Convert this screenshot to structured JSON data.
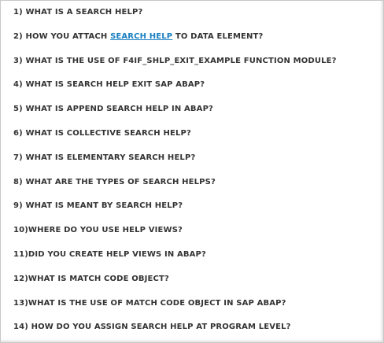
{
  "questions": [
    {
      "text": "1) WHAT IS A SEARCH HELP?"
    },
    {
      "before": "2) HOW YOU ATTACH ",
      "link": "SEARCH HELP",
      "after": " TO DATA ELEMENT?"
    },
    {
      "text": "3) WHAT IS THE USE OF F4IF_SHLP_EXIT_EXAMPLE FUNCTION MODULE?"
    },
    {
      "text": "4) WHAT IS SEARCH HELP EXIT SAP ABAP?"
    },
    {
      "text": "5) WHAT IS APPEND SEARCH HELP IN ABAP?"
    },
    {
      "text": "6) WHAT IS COLLECTIVE SEARCH HELP?"
    },
    {
      "text": "7) WHAT IS ELEMENTARY SEARCH HELP?"
    },
    {
      "text": "8) WHAT ARE THE TYPES OF SEARCH HELPS?"
    },
    {
      "text": "9) WHAT IS MEANT BY SEARCH HELP?"
    },
    {
      "text": "10)WHERE DO YOU USE HELP VIEWS?"
    },
    {
      "text": "11)DID YOU CREATE HELP VIEWS IN ABAP?"
    },
    {
      "text": "12)WHAT IS MATCH CODE OBJECT?"
    },
    {
      "text": "13)WHAT IS THE USE OF MATCH CODE OBJECT IN SAP ABAP?"
    },
    {
      "text": "14) HOW DO YOU ASSIGN SEARCH HELP AT PROGRAM LEVEL?"
    }
  ],
  "colors": {
    "text": "#333333",
    "link": "#1a7fc1",
    "border": "#c8c8c8"
  }
}
